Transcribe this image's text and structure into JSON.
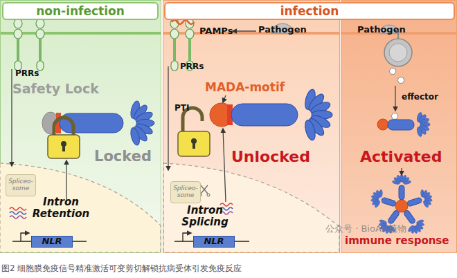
{
  "diagram": {
    "caption": "图2 细胞膜免疫信号精准激活可变剪切解锁抗病受体引发免疫反应",
    "nodes": [
      {
        "text": [
          "non-infection"
        ]
      },
      {
        "text": [
          "infection"
        ]
      },
      {
        "text": [
          "Spliceo- some"
        ]
      },
      {
        "text": [
          "NLR"
        ]
      },
      {
        "text": [
          "Spliceo- some"
        ]
      },
      {
        "text": [
          "NLR"
        ]
      }
    ],
    "labels": [
      "PRRs",
      "Safety Lock",
      "Locked",
      "Intron Retention",
      "PAMPs",
      "Pathogen",
      "PRRs",
      "PTI",
      "MADA-motif",
      "Unlocked",
      "Intron Splicing",
      "Pathogen",
      "effector",
      "Activated",
      "immune response",
      "公众号 · BioArt植物"
    ]
  }
}
